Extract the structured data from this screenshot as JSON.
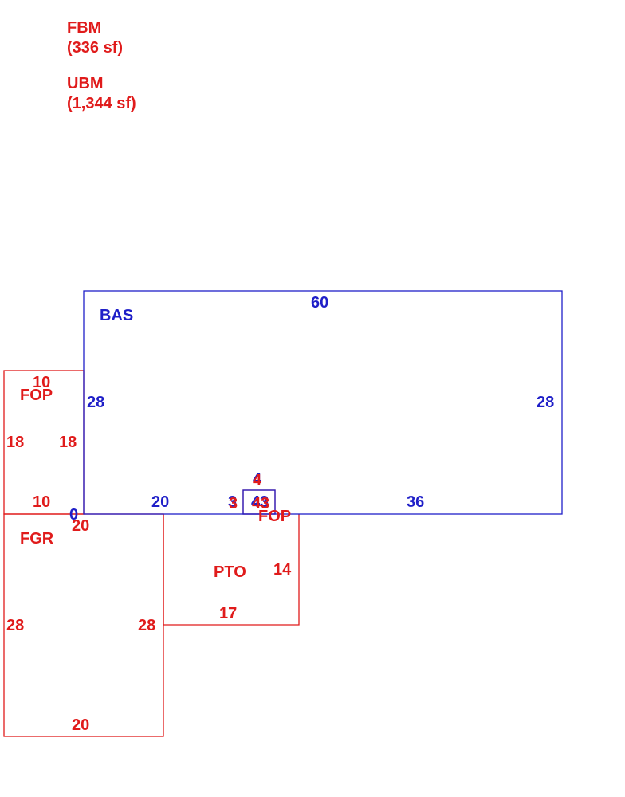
{
  "colors": {
    "red": "#e01b1b",
    "blue": "#1f1fc8",
    "background": "#ffffff"
  },
  "notes": {
    "fbm_code": "FBM",
    "fbm_area": "(336 sf)",
    "ubm_code": "UBM",
    "ubm_area": "(1,344 sf)"
  },
  "areas": {
    "bas": {
      "code": "BAS",
      "top": "60",
      "left": "28",
      "right": "28",
      "bottom_a": "20",
      "bottom_b": "36"
    },
    "fop_west": {
      "code": "FOP",
      "top": "10",
      "left": "18",
      "right": "18",
      "bottom": "10"
    },
    "fgr": {
      "code": "FGR",
      "top": "20",
      "left": "28",
      "right": "28",
      "bottom": "20"
    },
    "pto": {
      "code": "PTO",
      "right": "14",
      "bottom": "17"
    },
    "fop_south": {
      "code": "FOP",
      "top_red": "4",
      "top_blue": "4",
      "left_red": "3",
      "left_blue": "3",
      "inner_red": "4",
      "inner_blue": "4",
      "right_red": "3",
      "right_blue": "3",
      "zero": "0"
    }
  }
}
